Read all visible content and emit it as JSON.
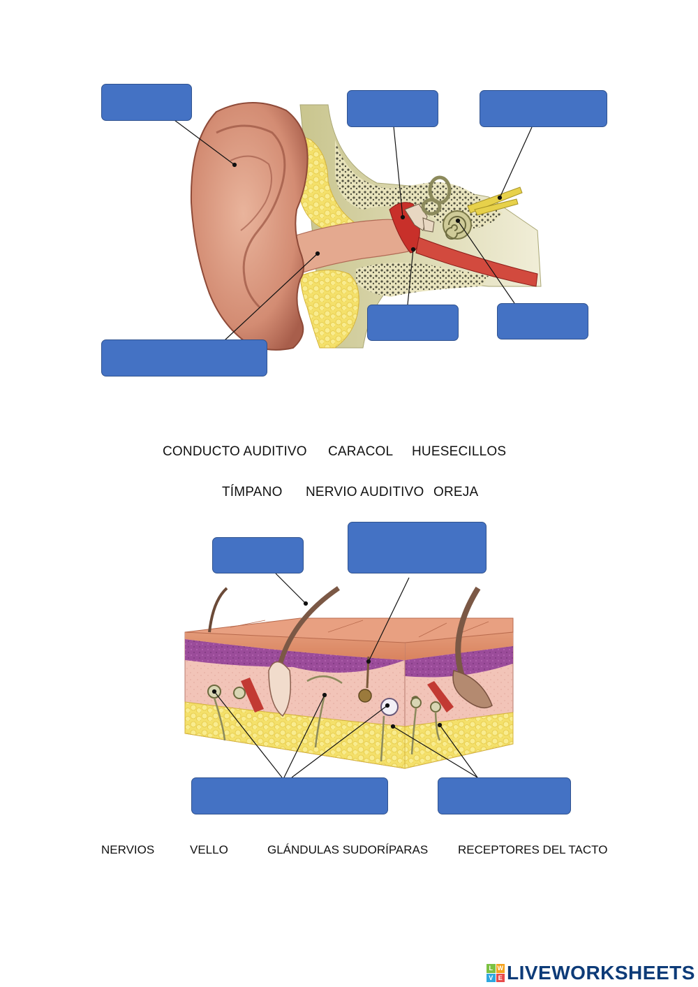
{
  "ear_section": {
    "word_bank_line1": [
      "CONDUCTO AUDITIVO",
      "CARACOL",
      "HUESECILLOS"
    ],
    "word_bank_line2": [
      "TÍMPANO",
      "NERVIO AUDITIVO",
      "OREJA"
    ]
  },
  "skin_section": {
    "word_bank": [
      "NERVIOS",
      "VELLO",
      "GLÁNDULAS SUDORÍPARAS",
      "RECEPTORES DEL TACTO"
    ]
  },
  "footer": {
    "brand": "LIVEWORKSHEETS",
    "brand_icon_letters": [
      "L",
      "W",
      "V",
      "E"
    ]
  },
  "colors": {
    "drop_box": "#4472c4",
    "drop_box_border": "#2f528f",
    "brand": "#0d3b78"
  }
}
